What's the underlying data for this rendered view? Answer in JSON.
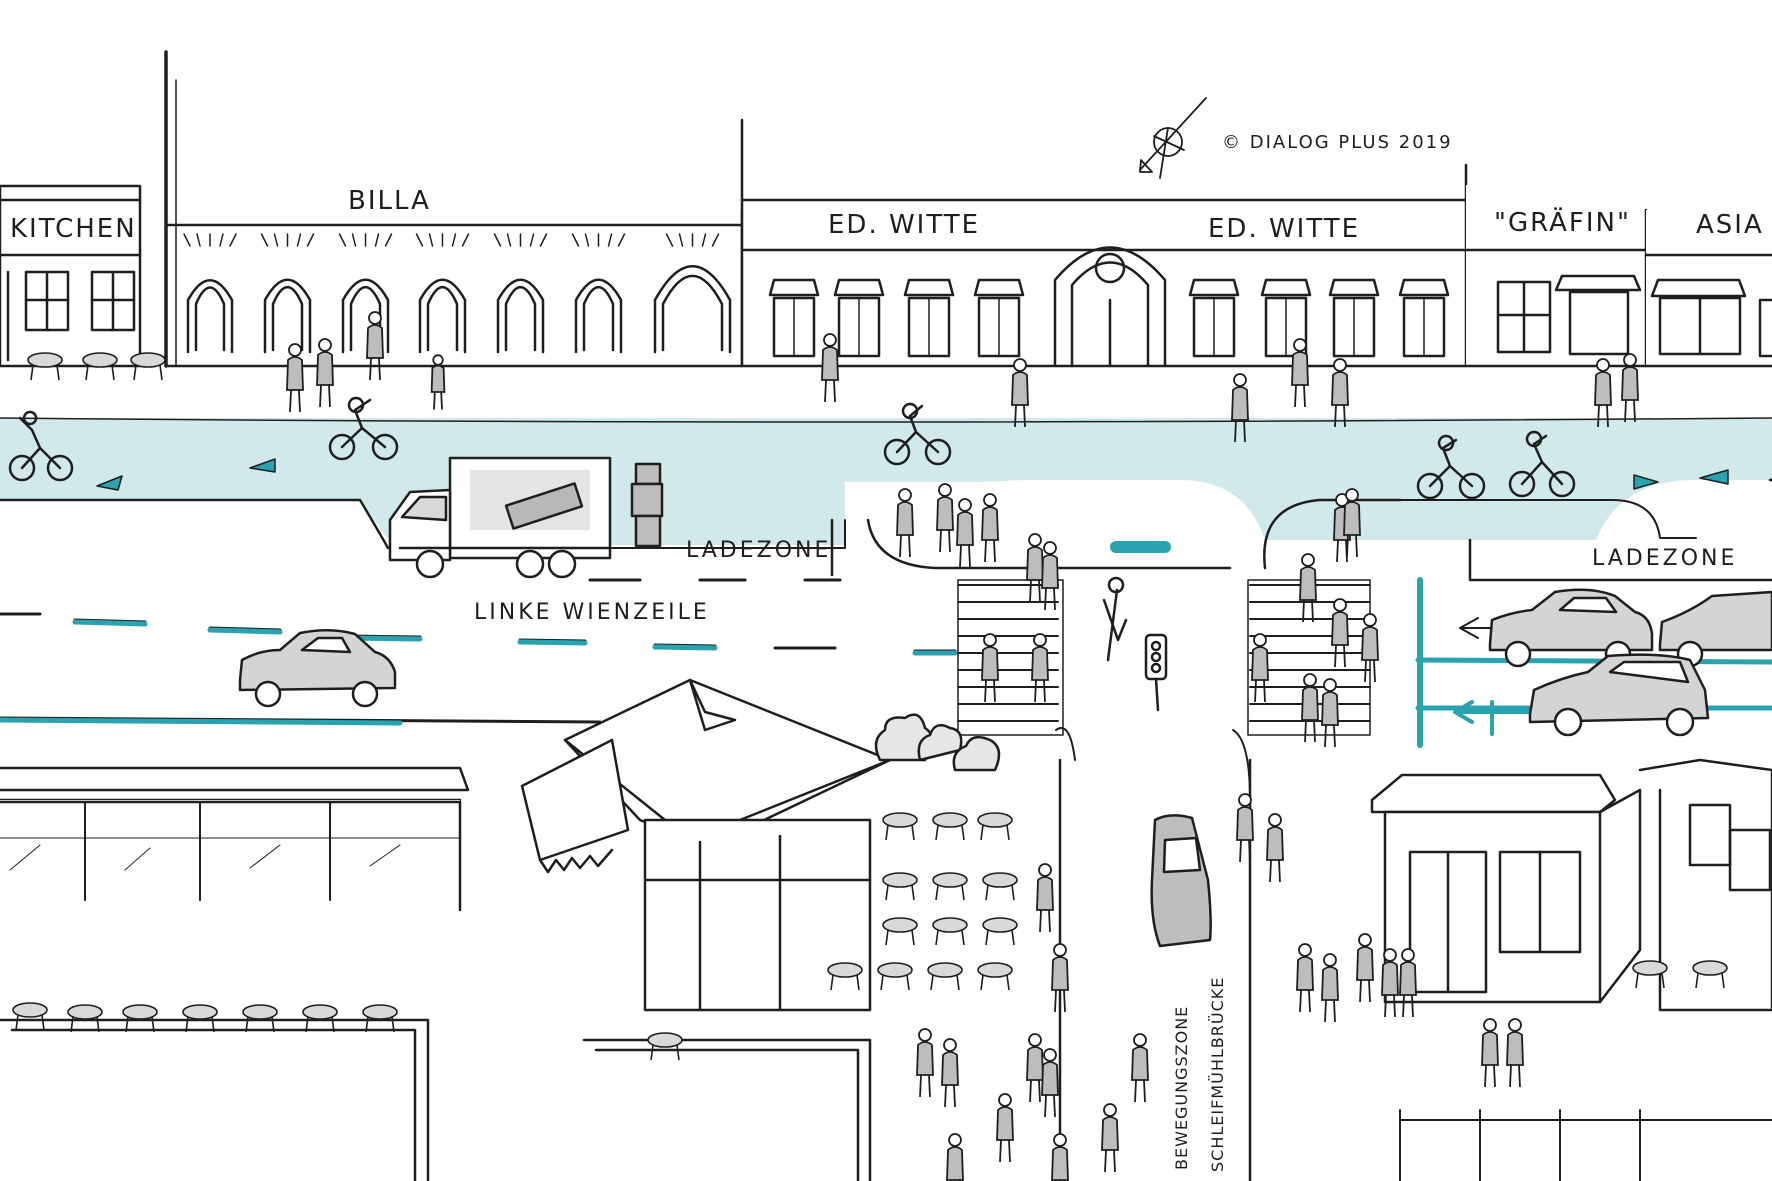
{
  "labels": {
    "kitchen": "KITCHEN",
    "billa": "BILLA",
    "witte_left": "ED. WITTE",
    "witte_right": "ED. WITTE",
    "graefin": "\"GRÄFIN\"",
    "asia": "ASIA",
    "ladezone_left": "LADEZONE",
    "ladezone_right": "LADEZONE",
    "street": "LINKE WIENZEILE",
    "zone_line1": "BEWEGUNGSZONE",
    "zone_line2": "SCHLEIFMÜHLBRÜCKE"
  },
  "credit": "© DIALOG PLUS 2019",
  "colors": {
    "lane": "#d2e9ec",
    "accent": "#2aa3b0",
    "ink": "#1e1e1e",
    "shadow": "#cfcfcf"
  },
  "icons": {
    "compass": "compass-rose-icon",
    "traffic_light": "traffic-light-icon",
    "direction_arrow": "arrow-icon"
  }
}
